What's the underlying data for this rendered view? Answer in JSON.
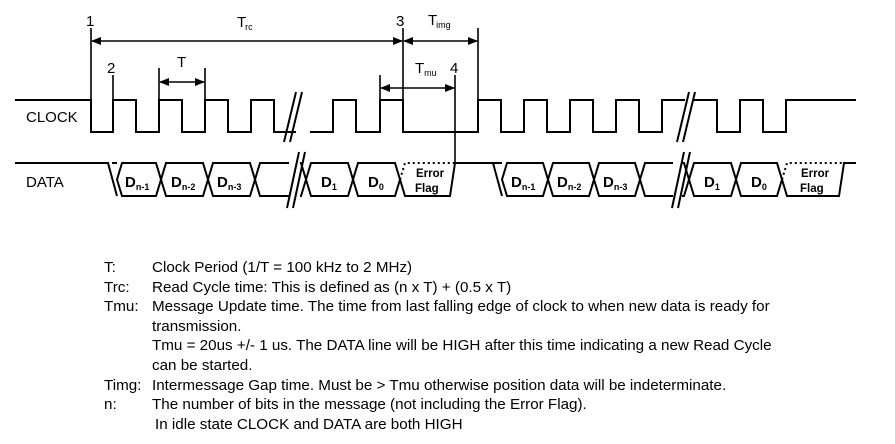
{
  "diagram": {
    "signals": {
      "clock": "CLOCK",
      "data": "DATA"
    },
    "markers": [
      "1",
      "2",
      "3",
      "4"
    ],
    "timings": {
      "trc": {
        "main": "T",
        "sub": "rc"
      },
      "timg": {
        "main": "T",
        "sub": "img"
      },
      "tmu": {
        "main": "T",
        "sub": "mu"
      },
      "t": {
        "main": "T"
      }
    },
    "bits": [
      {
        "main": "D",
        "sub": "n-1"
      },
      {
        "main": "D",
        "sub": "n-2"
      },
      {
        "main": "D",
        "sub": "n-3"
      },
      {
        "main": "D",
        "sub": "1"
      },
      {
        "main": "D",
        "sub": "0"
      }
    ],
    "error_flag": [
      "Error",
      "Flag"
    ]
  },
  "legend": [
    {
      "term": "T:",
      "definition": "Clock Period (1/T = 100 kHz to 2 MHz)"
    },
    {
      "term": "Trc:",
      "definition": "Read Cycle time: This is defined as (n x T) + (0.5 x T)"
    },
    {
      "term": "Tmu:",
      "definition": "Message Update time. The time from last falling edge of clock to when new data is ready for",
      "continuation": [
        "transmission.",
        "Tmu = 20us +/- 1 us. The DATA line will be HIGH after this time indicating a new Read Cycle",
        "can be started."
      ]
    },
    {
      "term": "Timg:",
      "definition": "Intermessage Gap time. Must be > Tmu otherwise position data will be indeterminate."
    },
    {
      "term": "n:",
      "definition": "The number of bits in the message (not including the Error Flag).",
      "continuation": [
        "In idle state CLOCK and DATA are both HIGH"
      ]
    }
  ]
}
